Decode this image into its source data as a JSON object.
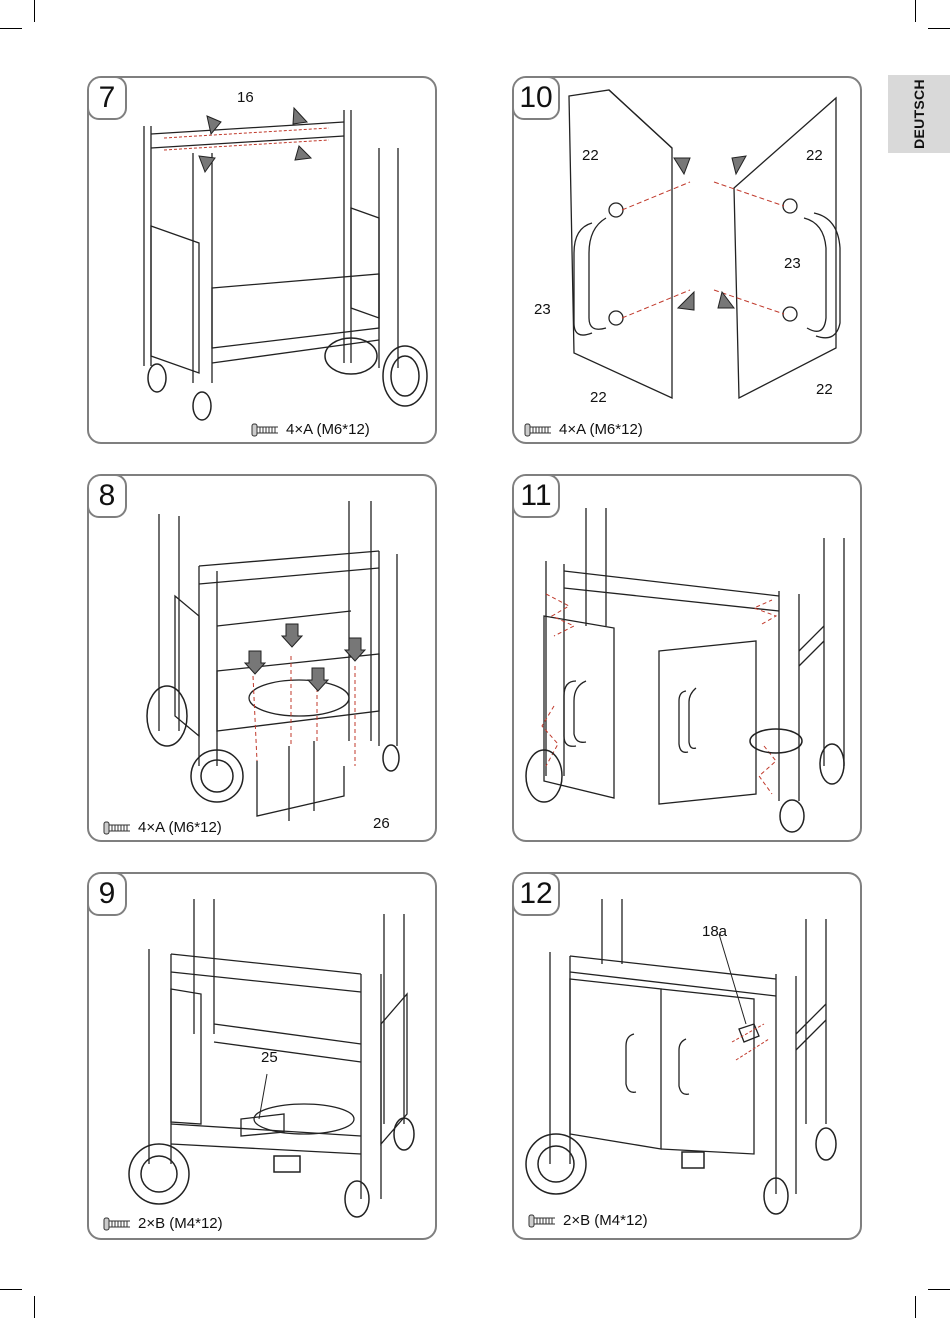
{
  "language_tab": "DEUTSCH",
  "panels": [
    {
      "step": "7",
      "labels": [
        "16"
      ],
      "screws": "4×A (M6*12)"
    },
    {
      "step": "10",
      "labels": [
        "22",
        "22",
        "23",
        "23",
        "22",
        "22"
      ],
      "screws": "4×A (M6*12)"
    },
    {
      "step": "8",
      "labels": [
        "26"
      ],
      "screws": "4×A (M6*12)"
    },
    {
      "step": "11",
      "labels": [],
      "screws": ""
    },
    {
      "step": "9",
      "labels": [
        "25"
      ],
      "screws": "2×B (M4*12)"
    },
    {
      "step": "12",
      "labels": [
        "18a"
      ],
      "screws": "2×B (M4*12)"
    }
  ]
}
